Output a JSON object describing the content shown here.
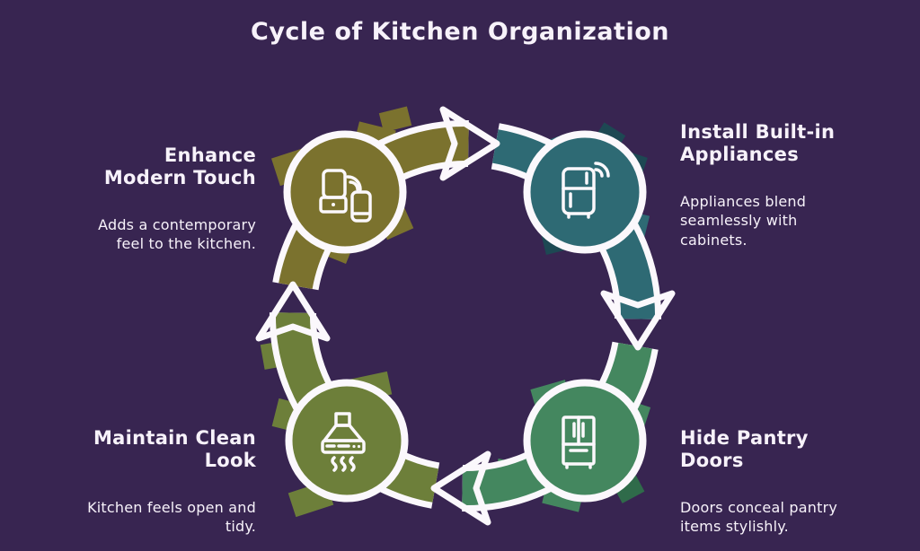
{
  "title": "Cycle of Kitchen Organization",
  "colors": {
    "background": "#382551",
    "text": "#f7f2fa",
    "outline": "#fbf8fc",
    "olive": "#7b722e",
    "teal": "#2e6a74",
    "teal_dark": "#1d4853",
    "green": "#44875f",
    "green_dark": "#2f6b4a",
    "moss": "#6d7f3a"
  },
  "steps": [
    {
      "heading": "Enhance\nModern Touch",
      "description": "Adds a contemporary\nfeel to the kitchen.",
      "icon": "smart-blender-phone-icon",
      "color": "#7b722e",
      "position": "top-left"
    },
    {
      "heading": "Install Built-in\nAppliances",
      "description": "Appliances blend\nseamlessly with\ncabinets.",
      "icon": "smart-fridge-icon",
      "color": "#2e6a74",
      "position": "top-right"
    },
    {
      "heading": "Hide Pantry\nDoors",
      "description": "Doors conceal pantry\nitems stylishly.",
      "icon": "french-door-pantry-icon",
      "color": "#44875f",
      "position": "bottom-right"
    },
    {
      "heading": "Maintain Clean\nLook",
      "description": "Kitchen feels open and\ntidy.",
      "icon": "range-hood-icon",
      "color": "#6d7f3a",
      "position": "bottom-left"
    }
  ]
}
